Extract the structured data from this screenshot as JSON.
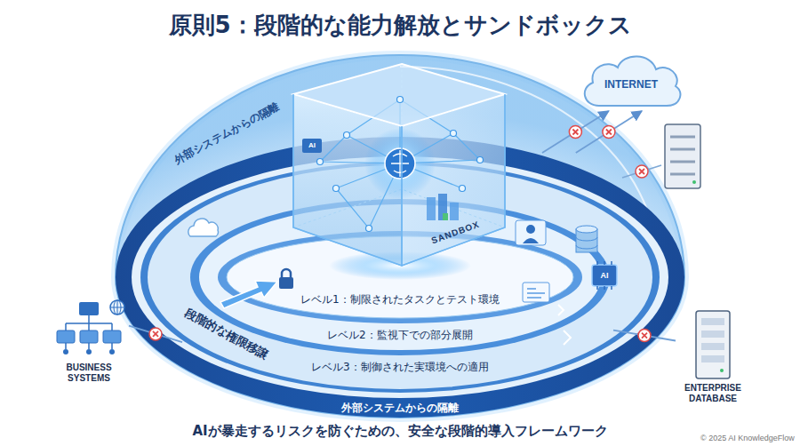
{
  "diagram": {
    "title": "原則5：段階的な能力解放とサンドボックス",
    "caption": "AIが暴走するリスクを防ぐための、安全な段階的導入フレームワーク",
    "nodes": [
      {
        "text": [
          "外部システムからの隔離",
          "外部システムからの隔離"
        ]
      },
      {
        "text": [
          "SANDBOX"
        ],
        "in": 0
      },
      {
        "text": [
          "INTERNET"
        ]
      },
      {
        "text": [
          "BUSINESS SYSTEMS"
        ]
      },
      {
        "text": [
          "ENTERPRISE DATABASE"
        ]
      }
    ],
    "edges": [
      {
        "from": 0,
        "to": 2,
        "arrow": "to"
      },
      {
        "from": 0,
        "to": 2,
        "arrow": "to"
      },
      {
        "from": 3,
        "to": 0,
        "arrow": "none"
      },
      {
        "from": 4,
        "to": 0,
        "arrow": "none"
      }
    ],
    "labels": [
      "段階的な権限移譲",
      "レベル1：制限されたタスクとテスト環境",
      "レベル2：監視下での部分展開",
      "レベル3：制御された実環境への適用",
      "AI",
      "AI",
      "© 2025 AI KnowledgeFlow"
    ]
  }
}
